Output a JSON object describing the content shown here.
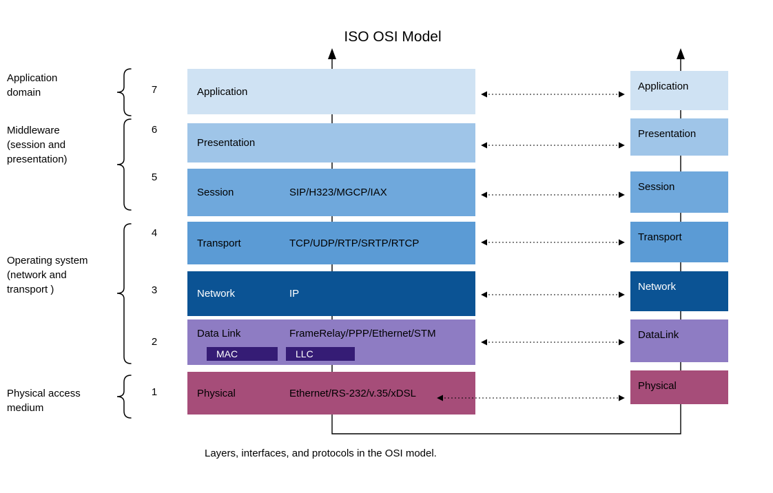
{
  "title": "ISO OSI Model",
  "caption": "Layers, interfaces, and protocols in the OSI model.",
  "groups": [
    {
      "label": "Application domain"
    },
    {
      "label": "Middleware (session and presentation)"
    },
    {
      "label": "Operating system (network and transport )"
    },
    {
      "label": "Physical access medium"
    }
  ],
  "layers": [
    {
      "num": "7",
      "name": "Application",
      "protocols": "",
      "right_name": "Application"
    },
    {
      "num": "6",
      "name": "Presentation",
      "protocols": "",
      "right_name": "Presentation"
    },
    {
      "num": "5",
      "name": "Session",
      "protocols": "SIP/H323/MGCP/IAX",
      "right_name": "Session"
    },
    {
      "num": "4",
      "name": "Transport",
      "protocols": "TCP/UDP/RTP/SRTP/RTCP",
      "right_name": "Transport"
    },
    {
      "num": "3",
      "name": "Network",
      "protocols": "IP",
      "right_name": "Network"
    },
    {
      "num": "2",
      "name": "Data Link",
      "protocols": "FrameRelay/PPP/Ethernet/STM",
      "right_name": "DataLink"
    },
    {
      "num": "1",
      "name": "Physical",
      "protocols": "Ethernet/RS-232/v.35/xDSL",
      "right_name": "Physical"
    }
  ],
  "datalink_sublayers": [
    {
      "label": "MAC"
    },
    {
      "label": "LLC"
    }
  ],
  "colors": {
    "application": "#cfe2f3",
    "presentation": "#9fc5e8",
    "session": "#6fa8dc",
    "transport": "#5b9bd5",
    "network": "#0b5394",
    "datalink": "#8e7cc3",
    "sublayer": "#351c75",
    "physical": "#a64d79",
    "line": "#000000"
  }
}
